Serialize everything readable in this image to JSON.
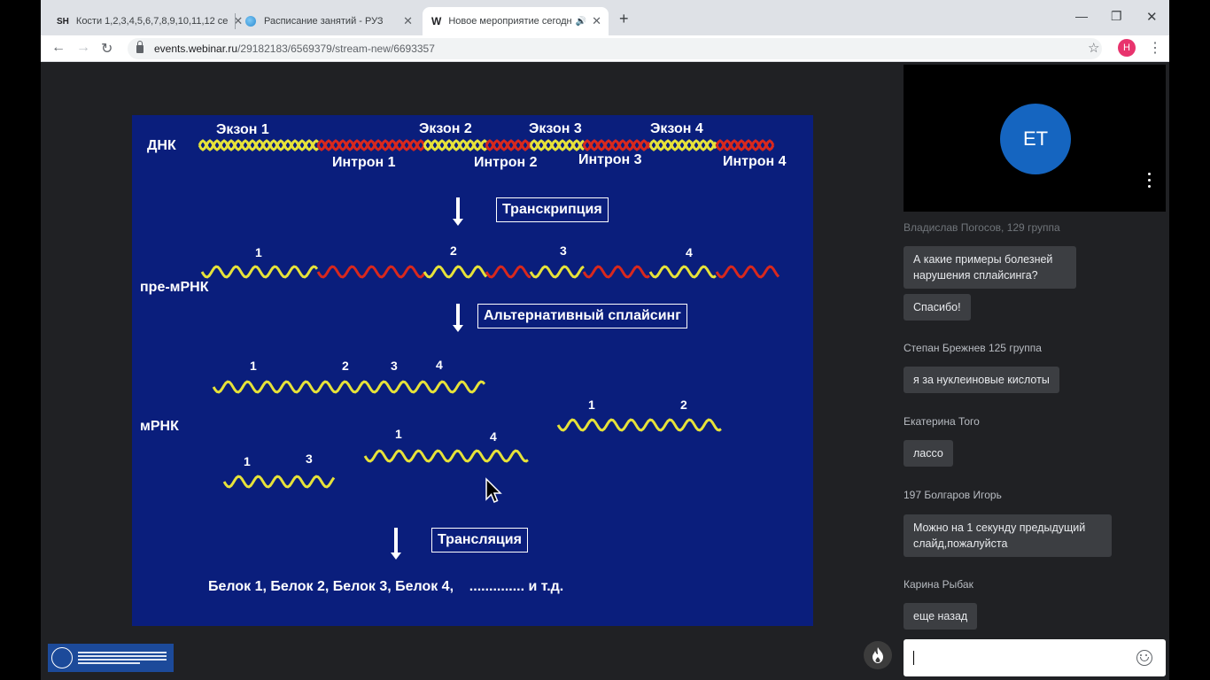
{
  "tabs": [
    {
      "favicon": "SH",
      "title": "Кости 1,2,3,4,5,6,7,8,9,10,11,12 се"
    },
    {
      "favicon": "",
      "title": "Расписание занятий - РУЗ"
    },
    {
      "favicon": "W",
      "title": "Новое мероприятие сегодн"
    }
  ],
  "address": {
    "host": "events.webinar.ru",
    "path": "/29182183/6569379/stream-new/6693357"
  },
  "profile_initial": "H",
  "slide": {
    "dna_label": "ДНК",
    "exons": [
      "Экзон 1",
      "Экзон 2",
      "Экзон 3",
      "Экзон 4"
    ],
    "introns": [
      "Интрон 1",
      "Интрон 2",
      "Интрон 3",
      "Интрон 4"
    ],
    "transcription": "Транскрипция",
    "pre_mrna_label": "пре-мРНК",
    "pre_mrna_nums": [
      "1",
      "2",
      "3",
      "4"
    ],
    "splicing": "Альтернативный сплайсинг",
    "mrna_label": "мРНК",
    "variant_a": [
      "1",
      "2",
      "3",
      "4"
    ],
    "variant_b": [
      "1",
      "2"
    ],
    "variant_c": [
      "1",
      "4"
    ],
    "variant_d": [
      "1",
      "3"
    ],
    "translation": "Трансляция",
    "proteins": "Белок 1, Белок 2, Белок 3, Белок 4,    .............. и т.д."
  },
  "video": {
    "initials": "ЕТ"
  },
  "chat": [
    {
      "author": "Владислав Погосов, 129 группа",
      "messages": [
        "А какие примеры болезней нарушения сплайсинга?",
        "Спасибо!"
      ]
    },
    {
      "author": "Степан Брежнев 125 группа",
      "messages": [
        "я за нуклеиновые кислоты"
      ]
    },
    {
      "author": "Екатерина Того",
      "messages": [
        "лассо"
      ]
    },
    {
      "author": "197 Болгаров Игорь",
      "messages": [
        "Можно на 1 секунду предыдущий слайд,пожалуйста"
      ]
    },
    {
      "author": "Карина Рыбак",
      "messages": [
        "еще назад"
      ]
    }
  ],
  "colors": {
    "slide_bg": "#0a1e7c",
    "exon": "#e6e23a",
    "intron": "#d8281e",
    "avatar": "#1565c0"
  }
}
